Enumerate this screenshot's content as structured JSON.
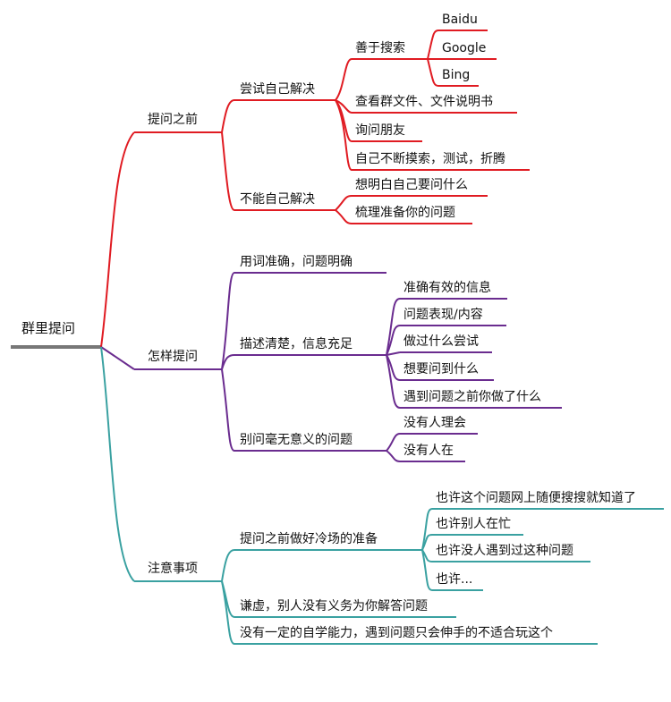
{
  "colors": {
    "root": "#777777",
    "red": "#e01b22",
    "purple": "#6a2c8f",
    "teal": "#3aa1a1"
  },
  "root": "群里提问",
  "branches": {
    "b1": {
      "label": "提问之前",
      "sub1": {
        "label": "尝试自己解决",
        "search": {
          "label": "善于搜索",
          "items": [
            "Baidu",
            "Google",
            "Bing"
          ]
        },
        "items": [
          "查看群文件、文件说明书",
          "询问朋友",
          "自己不断摸索，测试，折腾"
        ]
      },
      "sub2": {
        "label": "不能自己解决",
        "items": [
          "想明白自己要问什么",
          "梳理准备你的问题"
        ]
      }
    },
    "b2": {
      "label": "怎样提问",
      "sub1": {
        "label": "用词准确，问题明确"
      },
      "sub2": {
        "label": "描述清楚，信息充足",
        "items": [
          "准确有效的信息",
          "问题表现/内容",
          "做过什么尝试",
          "想要问到什么",
          "遇到问题之前你做了什么"
        ]
      },
      "sub3": {
        "label": "别问毫无意义的问题",
        "items": [
          "没有人理会",
          "没有人在"
        ]
      }
    },
    "b3": {
      "label": "注意事项",
      "sub1": {
        "label": "提问之前做好冷场的准备",
        "items": [
          "也许这个问题网上随便搜搜就知道了",
          "也许别人在忙",
          "也许没人遇到过这种问题",
          "也许..."
        ]
      },
      "sub2": {
        "label": "谦虚，别人没有义务为你解答问题"
      },
      "sub3": {
        "label": "没有一定的自学能力，遇到问题只会伸手的不适合玩这个"
      }
    }
  }
}
